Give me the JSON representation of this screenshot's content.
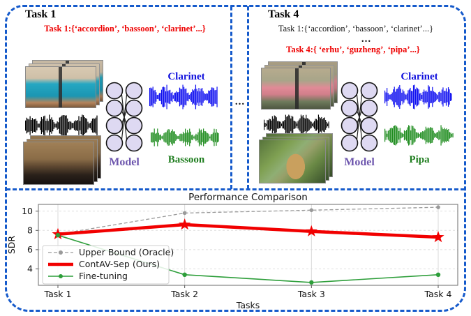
{
  "separator_dots": "...",
  "colors": {
    "border_blue": "#155acb",
    "accent_red": "#ee0000",
    "label_blue": "#1010dd",
    "label_green": "#1e7d1e",
    "model_purple": "#6e57ae",
    "waveform_black": "#000000",
    "waveform_blue": "#0d0df0",
    "waveform_green": "#1e8c1e"
  },
  "panels": {
    "task1": {
      "title": "Task 1",
      "query_line": "Task 1:{‘accordion’, ‘bassoon’, ‘clarinet’...}",
      "model_label": "Model",
      "output_top_label": "Clarinet",
      "output_bottom_label": "Bassoon"
    },
    "task4": {
      "title": "Task 4",
      "prev_query_line": "Task 1:{‘accordion’, ‘bassoon’, ‘clarinet’...}",
      "ellipsis": "...",
      "query_line": "Task 4:{ ‘erhu’, ‘guzheng’, ‘pipa’...}",
      "model_label": "Model",
      "output_top_label": "Clarinet",
      "output_bottom_label": "Pipa"
    }
  },
  "chart_data": {
    "type": "line",
    "title": "Performance Comparison",
    "xlabel": "Tasks",
    "ylabel": "SDR",
    "categories": [
      "Task 1",
      "Task 2",
      "Task 3",
      "Task 4"
    ],
    "yticks": [
      4,
      6,
      8,
      10
    ],
    "ylim": [
      2.3,
      10.7
    ],
    "grid": true,
    "legend_position": "lower left",
    "series": [
      {
        "name": "Upper Bound (Oracle)",
        "values": [
          7.6,
          9.8,
          10.1,
          10.4
        ],
        "color": "#9a9a9a",
        "line_style": "dashed",
        "marker": "circle",
        "line_width": 1.3
      },
      {
        "name": "ContAV-Sep (Ours)",
        "values": [
          7.6,
          8.6,
          7.9,
          7.3
        ],
        "color": "#f10000",
        "line_style": "solid",
        "marker": "star",
        "line_width": 4.5
      },
      {
        "name": "Fine-tuning",
        "values": [
          7.5,
          3.4,
          2.6,
          3.4
        ],
        "color": "#2d9e3a",
        "line_style": "solid",
        "marker": "circle",
        "line_width": 1.6
      }
    ]
  }
}
